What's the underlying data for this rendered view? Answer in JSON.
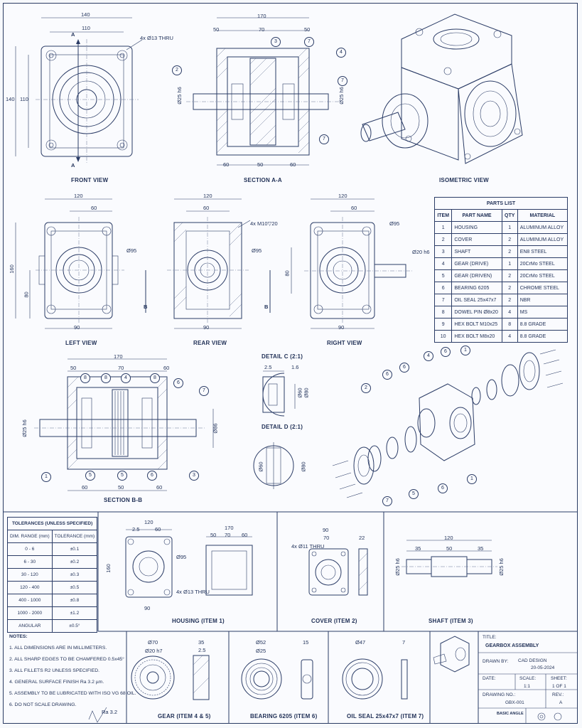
{
  "views": {
    "front": "FRONT VIEW",
    "section_aa": "SECTION A-A",
    "isometric": "ISOMETRIC VIEW",
    "left": "LEFT VIEW",
    "rear": "REAR VIEW",
    "right": "RIGHT VIEW",
    "section_bb": "SECTION B-B",
    "detail_c": "DETAIL C (2:1)",
    "detail_d": "DETAIL D (2:1)",
    "housing": "HOUSING (ITEM 1)",
    "cover": "COVER (ITEM 2)",
    "shaft": "SHAFT (ITEM 3)",
    "gear": "GEAR (ITEM 4 & 5)",
    "bearing": "BEARING 6205 (ITEM 6)",
    "oilseal": "OIL SEAL 25x47x7 (ITEM 7)"
  },
  "dims": {
    "d140": "140",
    "d110": "110",
    "thru": "4x Ø13 THRU",
    "a": "A",
    "d170": "170",
    "d50": "50",
    "d70": "70",
    "d60": "60",
    "d25h6": "Ø25 h6",
    "d120": "120",
    "d90": "90",
    "d160": "160",
    "d80": "80",
    "d95": "Ø95",
    "m10": "4x M10▽20",
    "b": "B",
    "d20h6": "Ø20 h6",
    "d86": "Ø86",
    "d25": "2.5",
    "d16": "1.6",
    "d60c": "Ø60",
    "d80c": "Ø80",
    "d35": "35",
    "d22": "22",
    "d11": "4x Ø11 THRU",
    "d70g": "Ø70",
    "d20h7": "Ø20 h7",
    "d52": "Ø52",
    "d25b": "Ø25",
    "d15": "15",
    "d47": "Ø47",
    "d7": "7",
    "ra": "Ra 3.2"
  },
  "parts_list": {
    "title": "PARTS LIST",
    "headers": [
      "ITEM",
      "PART NAME",
      "QTY",
      "MATERIAL"
    ],
    "rows": [
      [
        "1",
        "HOUSING",
        "1",
        "ALUMINUM ALLOY"
      ],
      [
        "2",
        "COVER",
        "2",
        "ALUMINUM ALLOY"
      ],
      [
        "3",
        "SHAFT",
        "2",
        "EN8 STEEL"
      ],
      [
        "4",
        "GEAR (DRIVE)",
        "1",
        "20CrMo STEEL"
      ],
      [
        "5",
        "GEAR (DRIVEN)",
        "2",
        "20CrMo STEEL"
      ],
      [
        "6",
        "BEARING 6205",
        "2",
        "CHROME STEEL"
      ],
      [
        "7",
        "OIL SEAL 25x47x7",
        "2",
        "NBR"
      ],
      [
        "8",
        "DOWEL PIN Ø8x20",
        "4",
        "MS"
      ],
      [
        "9",
        "HEX BOLT M10x25",
        "8",
        "8.8 GRADE"
      ],
      [
        "10",
        "HEX BOLT M8x20",
        "4",
        "8.8 GRADE"
      ]
    ]
  },
  "tolerances": {
    "title": "TOLERANCES (UNLESS SPECIFIED)",
    "headers": [
      "DIM. RANGE (mm)",
      "TOLERANCE (mm)"
    ],
    "rows": [
      [
        "0 - 6",
        "±0.1"
      ],
      [
        "6 - 30",
        "±0.2"
      ],
      [
        "30 - 120",
        "±0.3"
      ],
      [
        "120 - 400",
        "±0.5"
      ],
      [
        "400 - 1000",
        "±0.8"
      ],
      [
        "1000 - 2000",
        "±1.2"
      ],
      [
        "ANGULAR",
        "±0.5°"
      ]
    ]
  },
  "notes": {
    "title": "NOTES:",
    "items": [
      "1. ALL DIMENSIONS ARE IN MILLIMETERS.",
      "2. ALL SHARP EDGES TO BE CHAMFERED 0.5x45°",
      "3. ALL FILLETS R2 UNLESS SPECIFIED.",
      "4. GENERAL SURFACE FINISH Ra 3.2 µm.",
      "5. ASSEMBLY TO BE LUBRICATED WITH ISO VG 68 OIL.",
      "6. DO NOT SCALE DRAWING."
    ]
  },
  "title_block": {
    "title_label": "TITLE:",
    "title": "GEARBOX ASSEMBLY",
    "drawn_by_label": "DRAWN BY:",
    "drawn_by": "CAD DESIGN",
    "date": "20-05-2024",
    "date_label": "DATE:",
    "scale_label": "SCALE:",
    "scale": "1:1",
    "sheet_label": "SHEET:",
    "sheet": "1 OF 1",
    "drawing_no_label": "DRAWING NO.:",
    "drawing_no": "GBX-001",
    "rev_label": "REV.:",
    "rev": "A",
    "projection": "BASIC ANGLE"
  }
}
